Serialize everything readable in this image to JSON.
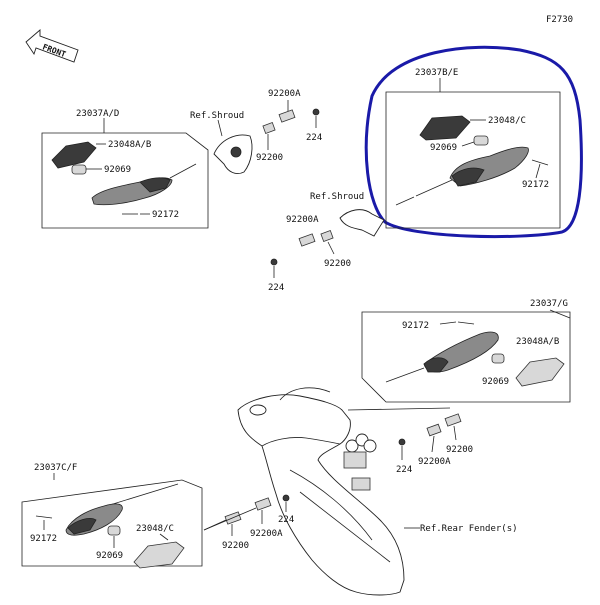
{
  "figure_code": "F2730",
  "front_label": "FRONT",
  "highlight_color": "#1a1aa8",
  "labels": {
    "top_right_assembly": "23037B/E",
    "top_right_lens": "23048/C",
    "top_right_bulb": "92069",
    "top_right_screw": "92172",
    "top_left_assembly": "23037A/D",
    "top_left_lens": "23048A/B",
    "top_left_bulb": "92069",
    "top_left_screw": "92172",
    "ref_shroud_1": "Ref.Shroud",
    "ref_shroud_2": "Ref.Shroud",
    "washer_a_top": "92200A",
    "washer_top": "92200",
    "nut_top": "224",
    "washer_a_mid": "92200A",
    "washer_mid": "92200",
    "nut_mid": "224",
    "mid_right_assembly": "23037/G",
    "mid_right_screw": "92172",
    "mid_right_lens": "23048A/B",
    "mid_right_bulb": "92069",
    "rear_right_washer": "92200",
    "rear_right_washer_a": "92200A",
    "rear_right_nut": "224",
    "ref_rear_fender": "Ref.Rear Fender(s)",
    "bottom_left_assembly": "23037C/F",
    "bottom_left_screw": "92172",
    "bottom_left_lens": "23048/C",
    "bottom_left_bulb": "92069",
    "rear_bottom_washer": "92200",
    "rear_bottom_washer_a": "92200A",
    "rear_bottom_nut": "224"
  }
}
